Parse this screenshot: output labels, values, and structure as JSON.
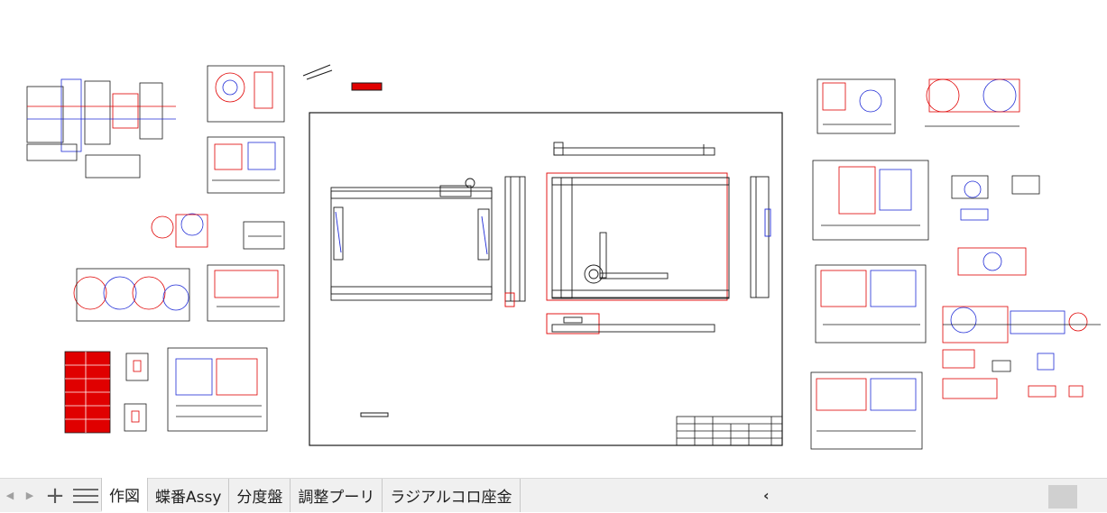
{
  "colors": {
    "line_black": "#1a1a1a",
    "line_red": "#e00000",
    "line_blue": "#1f2bd6",
    "line_magenta": "#b000b0",
    "tabbar_bg": "#f0f0f0",
    "canvas_bg": "#ffffff"
  },
  "sheet_tabs": {
    "nav_prev_icon": "◀",
    "nav_next_icon": "▶",
    "add_icon": "+",
    "tabs": [
      {
        "label": "作図",
        "active": true
      },
      {
        "label": "蝶番Assy",
        "active": false
      },
      {
        "label": "分度盤",
        "active": false
      },
      {
        "label": "調整プーリ",
        "active": false
      },
      {
        "label": "ラジアルコロ座金",
        "active": false
      }
    ],
    "scroll_left_icon": "‹"
  }
}
